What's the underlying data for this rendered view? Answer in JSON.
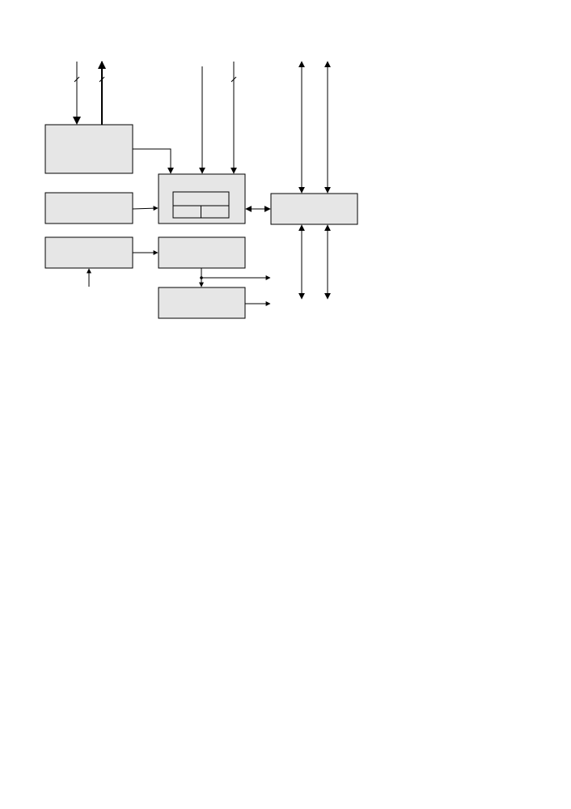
{
  "diagram": {
    "type": "block-diagram",
    "labels": [],
    "colors": {
      "block_fill": "#e6e6e6",
      "line": "#000000",
      "background": "#ffffff"
    },
    "blocks": [
      {
        "id": "block-top-left"
      },
      {
        "id": "block-mid-left"
      },
      {
        "id": "block-bottom-left"
      },
      {
        "id": "block-center"
      },
      {
        "id": "block-center-inner"
      },
      {
        "id": "block-center-lower"
      },
      {
        "id": "block-bottom-center"
      },
      {
        "id": "block-right"
      }
    ],
    "connections": [
      {
        "from": "top-input-1",
        "to": "block-top-left",
        "bus": true
      },
      {
        "from": "block-top-left",
        "to": "top-output-1",
        "bus": true
      },
      {
        "from": "block-top-left",
        "to": "block-center"
      },
      {
        "from": "top-input-2",
        "to": "block-center"
      },
      {
        "from": "top-input-3",
        "to": "block-center",
        "bus": true
      },
      {
        "from": "block-mid-left",
        "to": "block-center"
      },
      {
        "from": "block-center",
        "to": "block-right",
        "bidirectional": true
      },
      {
        "from": "block-right",
        "to": "external-top-1",
        "bidirectional": true
      },
      {
        "from": "block-right",
        "to": "external-top-2",
        "bidirectional": true
      },
      {
        "from": "block-right",
        "to": "external-bottom-1",
        "bidirectional": true
      },
      {
        "from": "block-right",
        "to": "external-bottom-2",
        "bidirectional": true
      },
      {
        "from": "bottom-input",
        "to": "block-bottom-left"
      },
      {
        "from": "block-bottom-left",
        "to": "block-center-lower"
      },
      {
        "from": "block-center-lower",
        "to": "block-bottom-center"
      },
      {
        "from": "block-center-lower",
        "to": "output-1"
      },
      {
        "from": "block-bottom-center",
        "to": "output-2"
      }
    ]
  }
}
